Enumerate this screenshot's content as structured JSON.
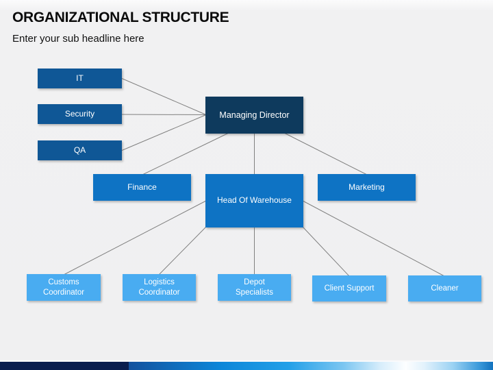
{
  "slide": {
    "title": "ORGANIZATIONAL STRUCTURE",
    "subtitle": "Enter your sub headline here"
  },
  "org_chart": {
    "nodes": {
      "managing_director": {
        "label": "Managing Director",
        "tier": "top"
      },
      "it": {
        "label": "IT",
        "tier": "staff"
      },
      "security": {
        "label": "Security",
        "tier": "staff"
      },
      "qa": {
        "label": "QA",
        "tier": "staff"
      },
      "finance": {
        "label": "Finance",
        "tier": "middle"
      },
      "head_of_warehouse": {
        "label": "Head Of Warehouse",
        "tier": "middle"
      },
      "marketing": {
        "label": "Marketing",
        "tier": "middle"
      },
      "customs_coordinator": {
        "label": "Customs\nCoordinator",
        "tier": "bottom"
      },
      "logistics_coordinator": {
        "label": "Logistics\nCoordinator",
        "tier": "bottom"
      },
      "depot_specialists": {
        "label": "Depot\nSpecialists",
        "tier": "bottom"
      },
      "client_support": {
        "label": "Client Support",
        "tier": "bottom"
      },
      "cleaner": {
        "label": "Cleaner",
        "tier": "bottom"
      }
    },
    "connections": [
      {
        "from": "it",
        "to": "managing_director"
      },
      {
        "from": "security",
        "to": "managing_director"
      },
      {
        "from": "qa",
        "to": "managing_director"
      },
      {
        "from": "managing_director",
        "to": "finance"
      },
      {
        "from": "managing_director",
        "to": "head_of_warehouse"
      },
      {
        "from": "managing_director",
        "to": "marketing"
      },
      {
        "from": "head_of_warehouse",
        "to": "customs_coordinator"
      },
      {
        "from": "head_of_warehouse",
        "to": "logistics_coordinator"
      },
      {
        "from": "head_of_warehouse",
        "to": "depot_specialists"
      },
      {
        "from": "head_of_warehouse",
        "to": "client_support"
      },
      {
        "from": "head_of_warehouse",
        "to": "cleaner"
      }
    ]
  },
  "colors": {
    "background": "#F0F0F1",
    "tier_top": "#0E3A5D",
    "tier_staff": "#0F5796",
    "tier_middle": "#0E73C4",
    "tier_bottom": "#49ACF1",
    "connector": "#7F7F7F",
    "footer_navy": "#0A1E4E",
    "footer_blue": "#0D86D8"
  }
}
